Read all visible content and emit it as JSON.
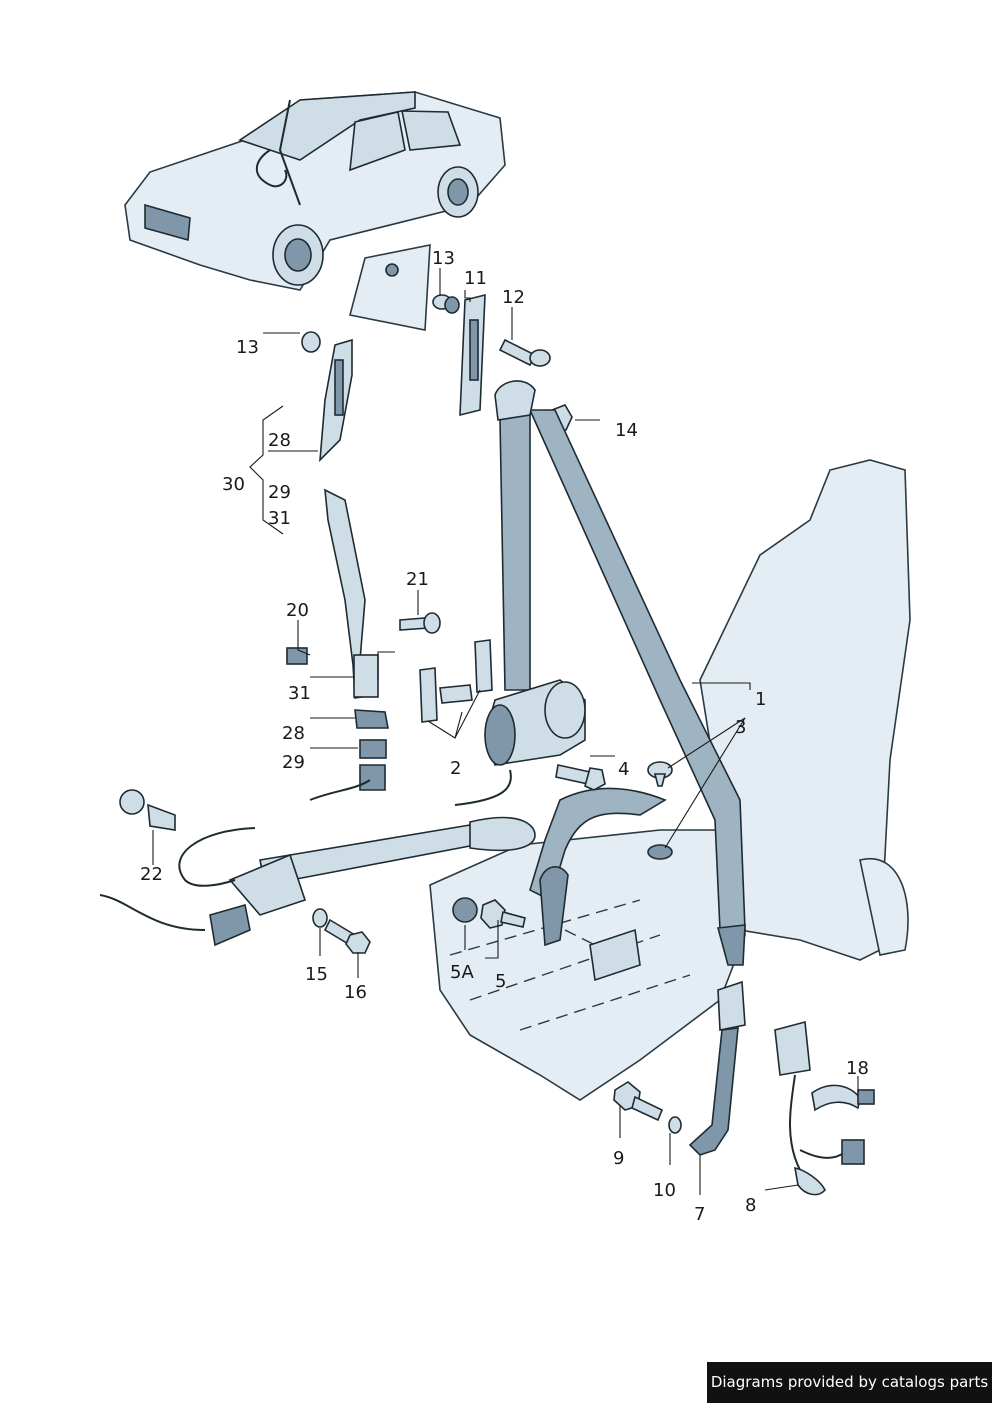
{
  "labels": {
    "l1": "1",
    "l2": "2",
    "l3": "3",
    "l4": "4",
    "l5": "5",
    "l5a": "5A",
    "l7": "7",
    "l8": "8",
    "l9": "9",
    "l10": "10",
    "l11": "11",
    "l12": "12",
    "l13a": "13",
    "l13b": "13",
    "l14": "14",
    "l15": "15",
    "l16": "16",
    "l18": "18",
    "l20": "20",
    "l21": "21",
    "l22": "22",
    "l28a": "28",
    "l28b": "28",
    "l29a": "29",
    "l29b": "29",
    "l30": "30",
    "l31a": "31",
    "l31b": "31"
  },
  "footer": {
    "text": "Diagrams provided by catalogs parts"
  },
  "colors": {
    "part_fill": "#cfdde6",
    "belt_fill": "#9fb4c3",
    "seat_fill": "#e4edf3",
    "line": "#1e2b33"
  }
}
